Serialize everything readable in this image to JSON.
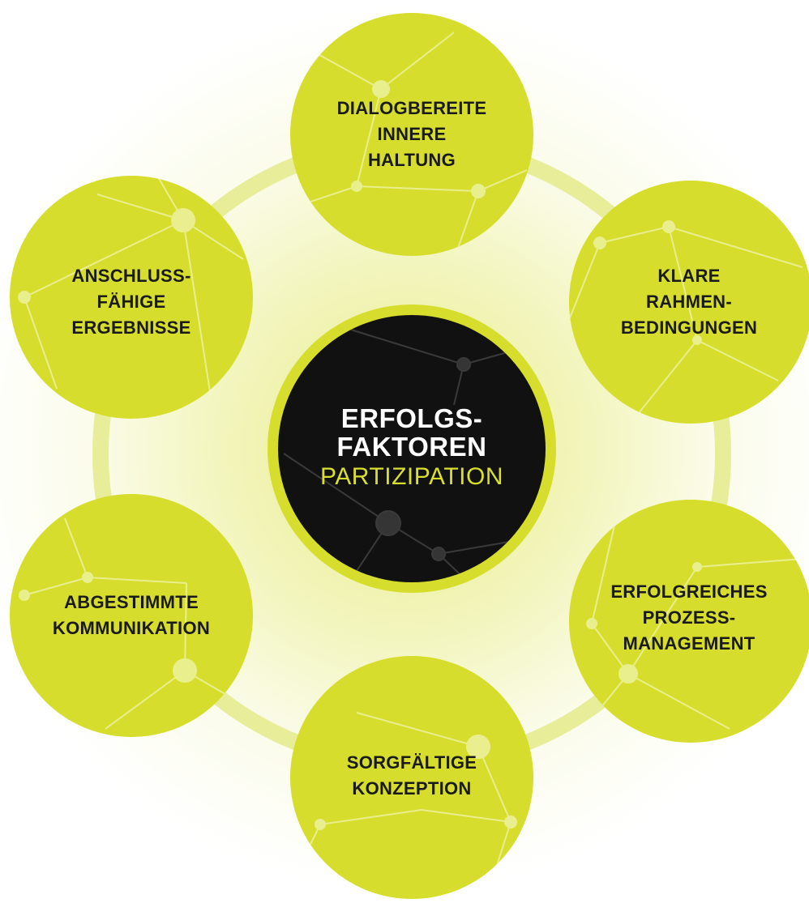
{
  "center": {
    "title": "ERFOLGS-\nFAKTOREN",
    "subtitle": "PARTIZIPATION"
  },
  "factors": [
    {
      "id": "dialog",
      "label": "DIALOGBEREITE\nINNERE\nHALTUNG"
    },
    {
      "id": "rahmen",
      "label": "KLARE RAHMEN-\nBEDINGUNGEN"
    },
    {
      "id": "prozess",
      "label": "ERFOLGREICHES\nPROZESS-\nMANAGEMENT"
    },
    {
      "id": "konzeption",
      "label": "SORGFÄLTIGE\nKONZEPTION"
    },
    {
      "id": "kommunikation",
      "label": "ABGESTIMMTE\nKOMMUNIKATION"
    },
    {
      "id": "ergebnisse",
      "label": "ANSCHLUSS-\nFÄHIGE\nERGEBNISSE"
    }
  ],
  "colors": {
    "circle_fill": "#d6dd2c",
    "ring": "#e6eb8a",
    "center_fill": "#111111",
    "center_border": "#d6dd2c",
    "accent_text": "#d8df2e"
  }
}
